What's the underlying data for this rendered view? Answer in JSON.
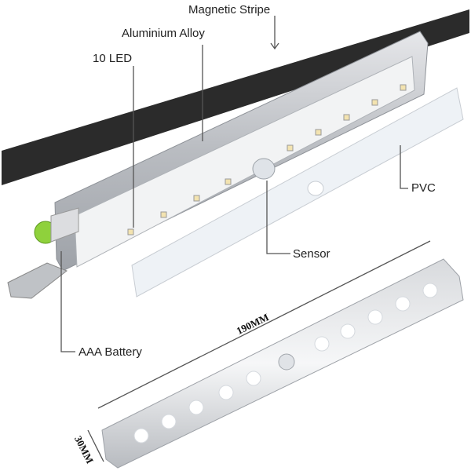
{
  "labels": {
    "magnetic_stripe": "Magnetic Stripe",
    "aluminium_alloy": "Aluminium Alloy",
    "led": "10 LED",
    "pvc": "PVC",
    "sensor": "Sensor",
    "battery": "AAA Battery"
  },
  "dimensions": {
    "length": "190MM",
    "width": "30MM"
  },
  "colors": {
    "stripe": "#2b2b2b",
    "aluminium": "#c9cbcf",
    "pvc": "#eef2f6",
    "battery_cap": "#8fd13c",
    "led": "#f3e3b0"
  }
}
